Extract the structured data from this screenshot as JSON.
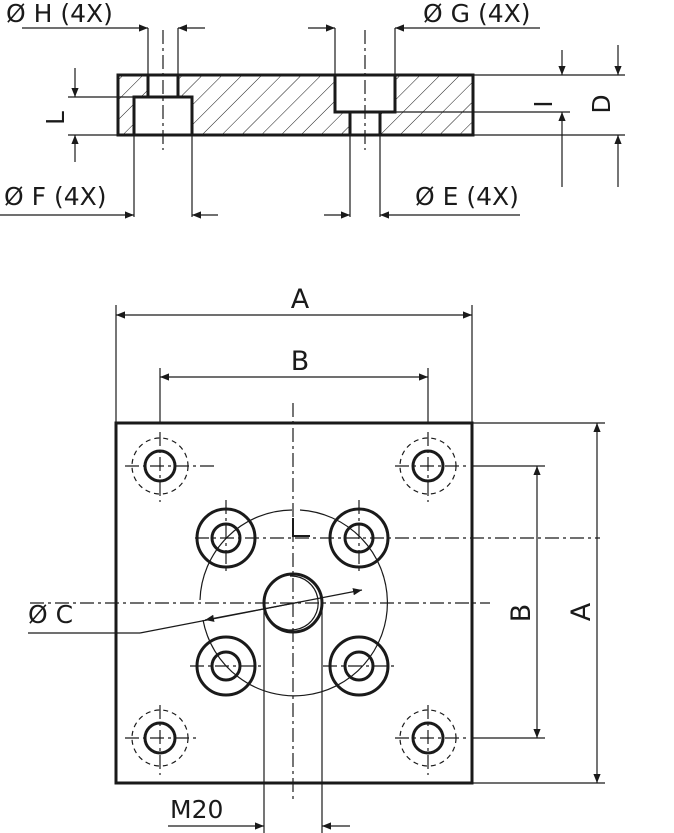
{
  "labels": {
    "h_dia": "Ø H (4X)",
    "g_dia": "Ø G (4X)",
    "f_dia": "Ø F (4X)",
    "e_dia": "Ø E (4X)",
    "l_dim": "L",
    "i_dim": "I",
    "d_dim": "D",
    "a_horizontal": "A",
    "b_horizontal": "B",
    "a_vertical": "A",
    "b_vertical": "B",
    "c_dia": "Ø C",
    "m20": "M20",
    "l_marker": "L"
  }
}
